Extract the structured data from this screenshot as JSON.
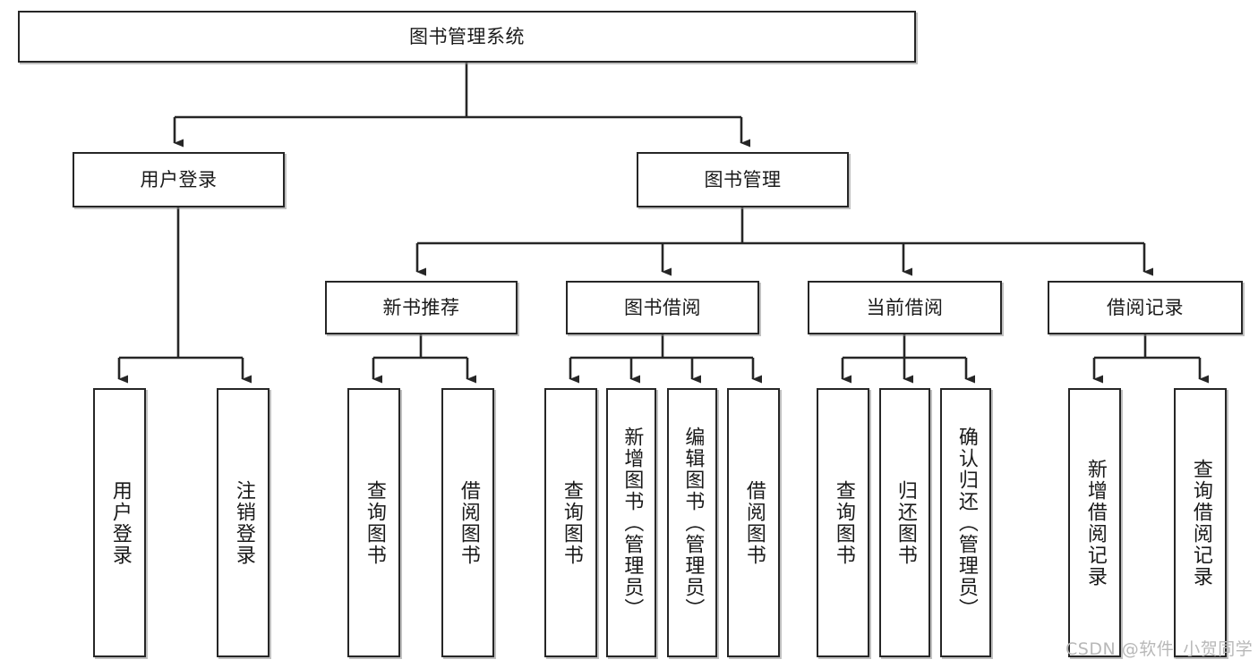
{
  "diagram": {
    "type": "tree-hierarchy",
    "title": "图书管理系统",
    "orientation": "top-down",
    "colors": {
      "box_border": "#262626",
      "box_fill": "#ffffff",
      "line": "#262626",
      "text": "#1a1a1a",
      "watermark": "#b8b8b8"
    }
  },
  "root": {
    "label": "图书管理系统"
  },
  "level2": [
    {
      "label": "用户登录"
    },
    {
      "label": "图书管理"
    }
  ],
  "level3": [
    {
      "label": "新书推荐"
    },
    {
      "label": "图书借阅"
    },
    {
      "label": "当前借阅"
    },
    {
      "label": "借阅记录"
    }
  ],
  "leaves": {
    "user_login": [
      {
        "label": "用户登录"
      },
      {
        "label": "注销登录"
      }
    ],
    "new_book_recommend": [
      {
        "label": "查询图书"
      },
      {
        "label": "借阅图书"
      }
    ],
    "book_borrow": [
      {
        "label": "查询图书"
      },
      {
        "label": "新增图书（管理员）"
      },
      {
        "label": "编辑图书（管理员）"
      },
      {
        "label": "借阅图书"
      }
    ],
    "current_borrow": [
      {
        "label": "查询图书"
      },
      {
        "label": "归还图书"
      },
      {
        "label": "确认归还（管理员）"
      }
    ],
    "borrow_record": [
      {
        "label": "新增借阅记录"
      },
      {
        "label": "查询借阅记录"
      }
    ]
  },
  "watermark": {
    "text": "CSDN @软件_小贺同学"
  }
}
